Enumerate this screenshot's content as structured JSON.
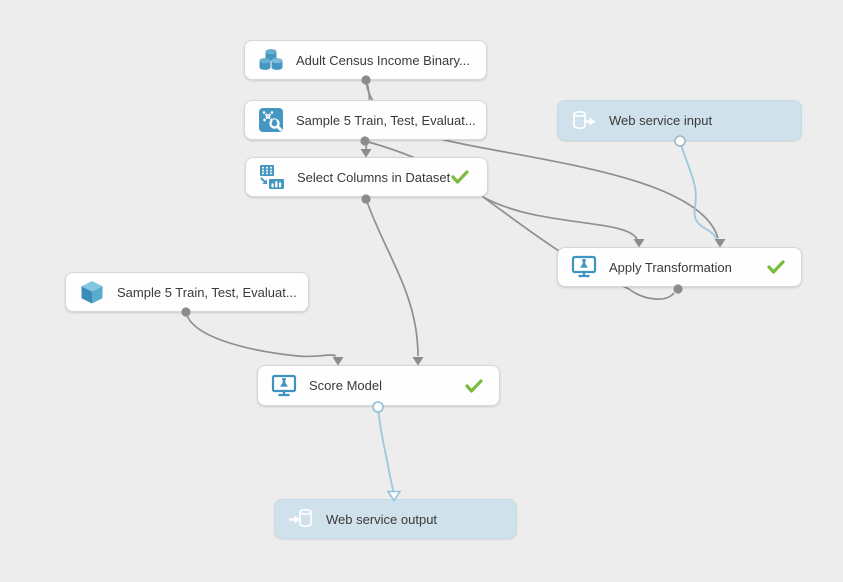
{
  "app": "Azure ML Studio experiment canvas",
  "colors": {
    "canvas_bg": "#ededed",
    "module_bg": "#fefefe",
    "webservice_bg": "#cfe1ea",
    "icon_blue": "#4596c1",
    "edge_gray": "#8f8f8f",
    "edge_blue": "#9ac8e0",
    "check_green": "#7dbb3c"
  },
  "diagram": {
    "nodes": [
      {
        "id": "dataset",
        "label": "Adult Census Income Binary...",
        "icon": "dataset-cylinders-icon",
        "type": "dataset",
        "status": ""
      },
      {
        "id": "transform",
        "label": "Sample 5 Train, Test, Evaluat...",
        "icon": "transform-wrench-icon",
        "type": "transform",
        "status": ""
      },
      {
        "id": "select-columns",
        "label": "Select Columns in Dataset",
        "icon": "select-columns-icon",
        "type": "module",
        "status": "completed"
      },
      {
        "id": "web-input",
        "label": "Web service input",
        "icon": "web-service-input-icon",
        "type": "webservice",
        "status": ""
      },
      {
        "id": "apply-transform",
        "label": "Apply Transformation",
        "icon": "experiment-monitor-icon",
        "type": "module",
        "status": "completed"
      },
      {
        "id": "trained-model",
        "label": "Sample 5 Train, Test, Evaluat...",
        "icon": "trained-model-cube-icon",
        "type": "trained-model",
        "status": ""
      },
      {
        "id": "score-model",
        "label": "Score Model",
        "icon": "experiment-monitor-icon",
        "type": "module",
        "status": "completed"
      },
      {
        "id": "web-output",
        "label": "Web service output",
        "icon": "web-service-output-icon",
        "type": "webservice",
        "status": ""
      }
    ],
    "edges": [
      {
        "from": "dataset",
        "to": "select-columns",
        "color": "gray"
      },
      {
        "from": "transform",
        "to": "apply-transform",
        "port": "left",
        "color": "gray"
      },
      {
        "from": "dataset",
        "to": "apply-transform",
        "port": "right",
        "color": "gray"
      },
      {
        "from": "web-input",
        "to": "apply-transform",
        "port": "right",
        "color": "blue"
      },
      {
        "from": "select-columns",
        "to": "score-model",
        "port": "right",
        "color": "gray"
      },
      {
        "from": "select-columns",
        "to": "apply-transform",
        "port": "output-loop",
        "color": "gray"
      },
      {
        "from": "trained-model",
        "to": "score-model",
        "port": "left",
        "color": "gray"
      },
      {
        "from": "score-model",
        "to": "web-output",
        "color": "blue"
      }
    ]
  }
}
